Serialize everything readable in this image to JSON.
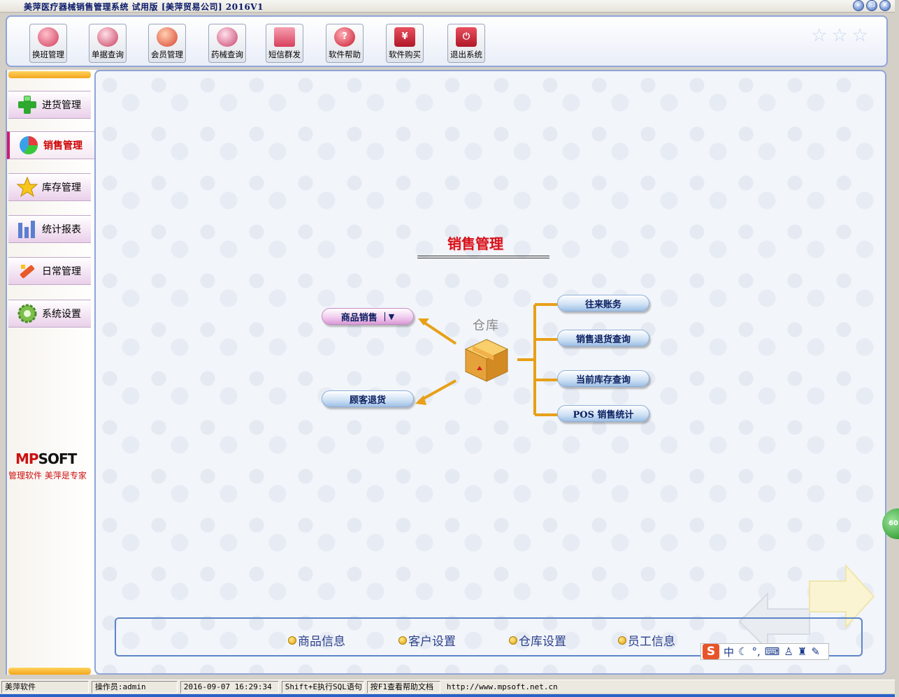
{
  "window": {
    "title": "美萍医疗器械销售管理系统 试用版 [美萍贸易公司] 2016V1"
  },
  "toolbar": {
    "buttons": [
      {
        "label": "换班管理",
        "icon": "user-swap-icon"
      },
      {
        "label": "单据查询",
        "icon": "magnifier-icon"
      },
      {
        "label": "会员管理",
        "icon": "member-icon"
      },
      {
        "label": "药械查询",
        "icon": "search-doc-icon"
      },
      {
        "label": "短信群发",
        "icon": "envelope-icon"
      },
      {
        "label": "软件帮助",
        "icon": "help-icon"
      },
      {
        "label": "软件购买",
        "icon": "yen-icon"
      },
      {
        "label": "退出系统",
        "icon": "power-icon"
      }
    ]
  },
  "sidebar": {
    "items": [
      {
        "label": "进货管理",
        "icon": "plus-icon"
      },
      {
        "label": "销售管理",
        "icon": "pie-icon",
        "active": true
      },
      {
        "label": "库存管理",
        "icon": "star-icon"
      },
      {
        "label": "统计报表",
        "icon": "bar-chart-icon"
      },
      {
        "label": "日常管理",
        "icon": "tools-icon"
      },
      {
        "label": "系统设置",
        "icon": "gear-icon"
      }
    ],
    "brand": "MPSOFT",
    "slogan": "管理软件  美萍是专家"
  },
  "main": {
    "heading": "销售管理",
    "center_label": "仓库",
    "left_nodes": [
      "商品销售",
      "顾客退货"
    ],
    "right_nodes": [
      "往来账务",
      "销售退货查询",
      "当前库存查询",
      "POS 销售统计"
    ],
    "dropdown_glyph": "▼",
    "quick_links": [
      "商品信息",
      "客户设置",
      "仓库设置",
      "员工信息"
    ]
  },
  "ime": {
    "brand": "S",
    "mode": "中",
    "side_badge": "60"
  },
  "statusbar": {
    "app": "美萍软件",
    "operator": "操作员:admin",
    "datetime": "2016-09-07 16:29:34",
    "sql_hint": "Shift+E执行SQL语句",
    "help_hint": "按F1查看帮助文档",
    "url": "http://www.mpsoft.net.cn"
  },
  "colors": {
    "heading": "#d4121c",
    "accent": "#f4a51c",
    "frame": "#8fa4d6",
    "link": "#2b3f8a"
  }
}
